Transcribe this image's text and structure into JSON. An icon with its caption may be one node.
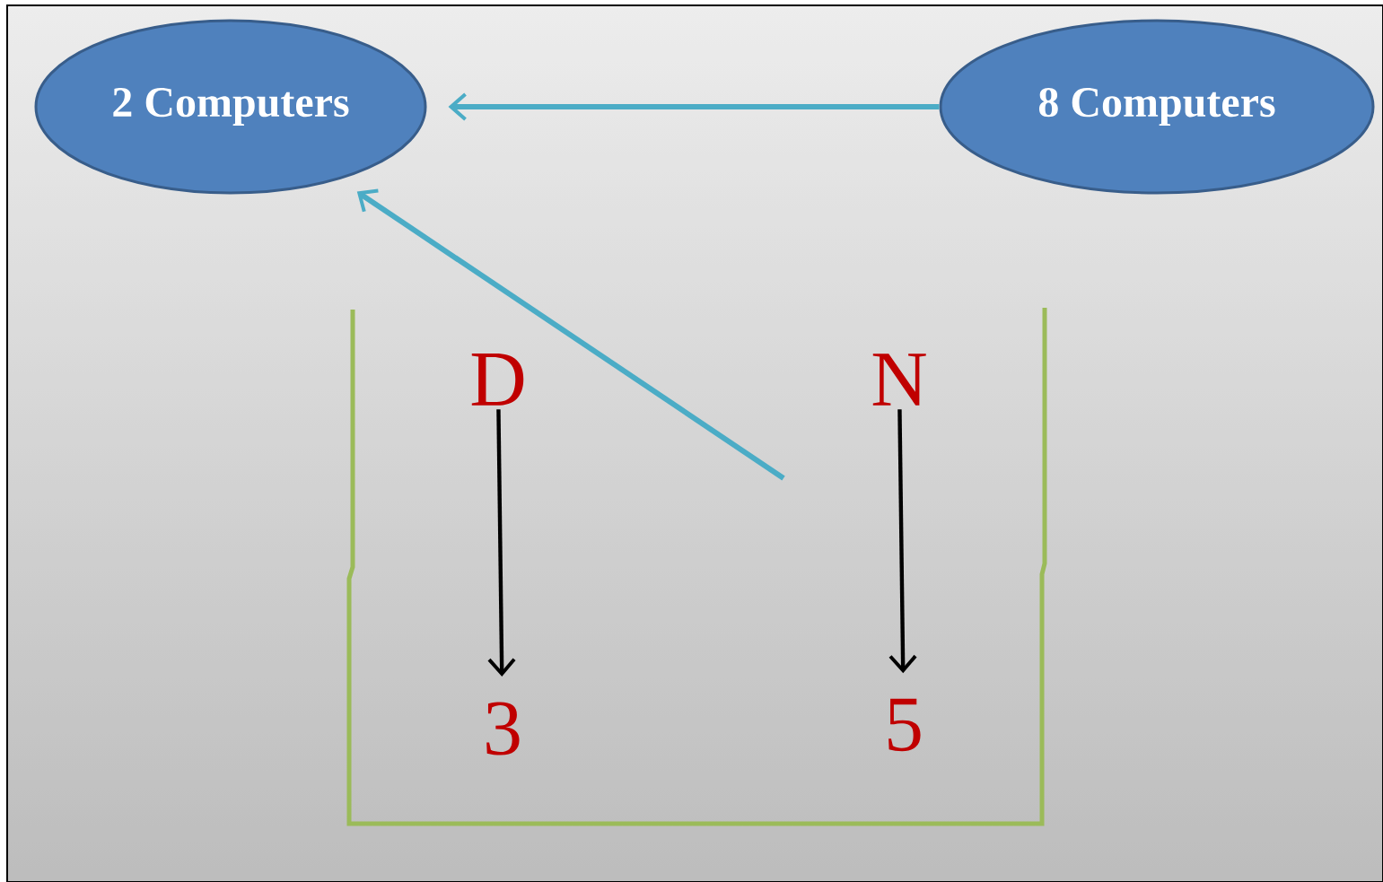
{
  "diagram": {
    "nodes": [
      {
        "text": [
          "2 Computers"
        ]
      },
      {
        "text": [
          "8 Computers"
        ]
      },
      {
        "text": [
          "D"
        ]
      },
      {
        "text": [
          "N"
        ]
      },
      {
        "text": [
          "3"
        ]
      },
      {
        "text": [
          "5"
        ]
      }
    ],
    "edges": [
      {
        "from": 1,
        "to": 0,
        "arrow": "to",
        "color": "#4bacc6"
      },
      {
        "from": null,
        "to": 0,
        "arrow": "to",
        "color": "#4bacc6"
      },
      {
        "from": 2,
        "to": 4,
        "arrow": "to",
        "color": "#000000"
      },
      {
        "from": 3,
        "to": 5,
        "arrow": "to",
        "color": "#000000"
      }
    ]
  }
}
